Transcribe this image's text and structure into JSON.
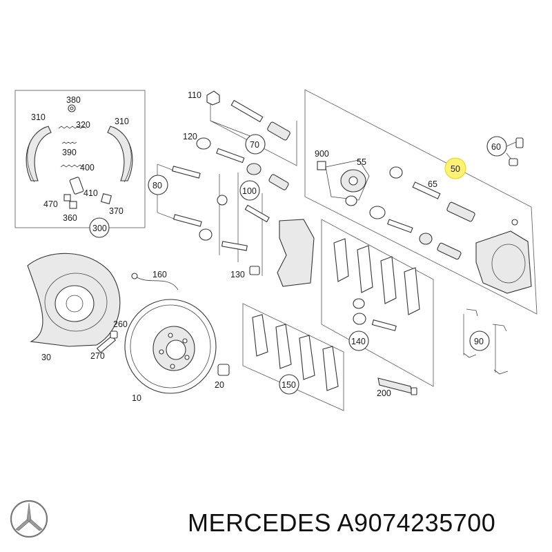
{
  "brand": "MERCEDES",
  "part_number": "A9074235700",
  "highlight_color": "#fff176",
  "icons": [
    "mercedes-star-logo-icon"
  ],
  "labels": {
    "l380": "380",
    "l310a": "310",
    "l310b": "310",
    "l320": "320",
    "l390": "390",
    "l400": "400",
    "l410": "410",
    "l470": "470",
    "l370": "370",
    "l360": "360",
    "l300": "300",
    "l110": "110",
    "l120": "120",
    "l70": "70",
    "l80": "80",
    "l100": "100",
    "l130": "130",
    "l160": "160",
    "l900": "900",
    "l55": "55",
    "l65": "65",
    "l50": "50",
    "l60": "60",
    "l30": "30",
    "l260": "260",
    "l270": "270",
    "l10": "10",
    "l20": "20",
    "l140": "140",
    "l150": "150",
    "l200": "200",
    "l90": "90"
  }
}
